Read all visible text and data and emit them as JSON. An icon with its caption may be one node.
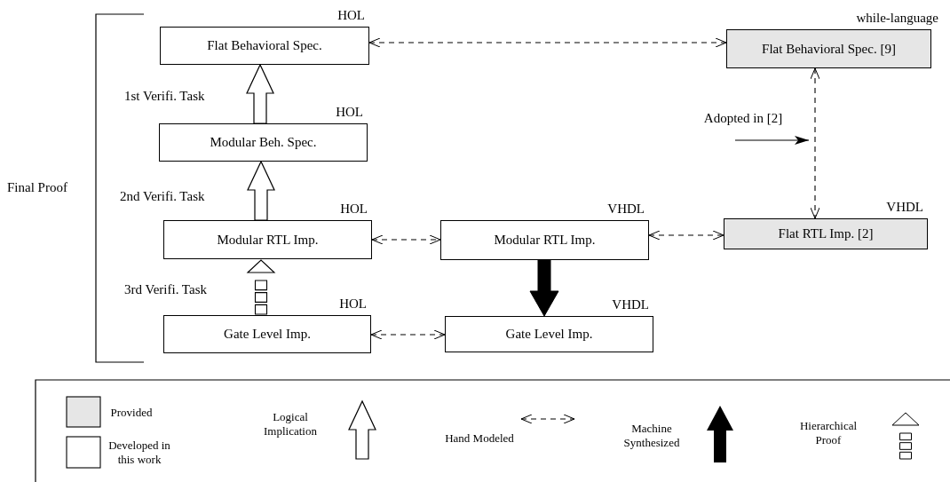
{
  "diagram": {
    "nodes": [
      {
        "text": [
          "Flat Behavioral Spec."
        ],
        "beside": [
          "HOL"
        ]
      },
      {
        "text": [
          "Modular Beh. Spec."
        ],
        "beside": [
          "HOL"
        ]
      },
      {
        "text": [
          "Modular RTL Imp."
        ],
        "beside": [
          "HOL"
        ]
      },
      {
        "text": [
          "Gate Level Imp."
        ],
        "beside": [
          "HOL"
        ]
      },
      {
        "text": [
          "Flat Behavioral Spec. [9]"
        ],
        "beside": [
          "while-language"
        ]
      },
      {
        "text": [
          "Modular RTL Imp."
        ],
        "beside": [
          "VHDL"
        ]
      },
      {
        "text": [
          "Flat RTL Imp. [2]"
        ],
        "beside": [
          "VHDL"
        ]
      },
      {
        "text": [
          "Gate Level Imp."
        ],
        "beside": [
          "VHDL"
        ]
      },
      {
        "text": [
          "Adopted in [2]"
        ]
      }
    ],
    "edges": [
      {
        "from": 0,
        "to": 4,
        "arrow": "both",
        "style": "dashed"
      },
      {
        "from": 4,
        "to": 6,
        "arrow": "both",
        "style": "dashed"
      },
      {
        "from": 2,
        "to": 5,
        "arrow": "both",
        "style": "dashed"
      },
      {
        "from": 5,
        "to": 6,
        "arrow": "both",
        "style": "dashed"
      },
      {
        "from": 3,
        "to": 7,
        "arrow": "both",
        "style": "dashed"
      },
      {
        "from": 1,
        "to": 0,
        "arrow": "to",
        "label": "1st Verifi. Task"
      },
      {
        "from": 2,
        "to": 1,
        "arrow": "to",
        "label": "2nd Verifi. Task"
      },
      {
        "from": 3,
        "to": 2,
        "arrow": "to",
        "label": "3rd Verifi. Task",
        "style": "dashed"
      },
      {
        "from": 5,
        "to": 7,
        "arrow": "to",
        "style": "thick"
      },
      {
        "from": 8,
        "to": null,
        "arrow": "to"
      }
    ],
    "labels": [
      "Final Proof"
    ],
    "legend": [
      {
        "text": "Provided",
        "color": "#e6e6e6"
      },
      {
        "text": "Developed in this work",
        "color": "#ffffff"
      },
      {
        "text": "Logical Implication"
      },
      {
        "text": "Hand Modeled"
      },
      {
        "text": "Machine Synthesized"
      },
      {
        "text": "Hierarchical Proof"
      }
    ]
  }
}
